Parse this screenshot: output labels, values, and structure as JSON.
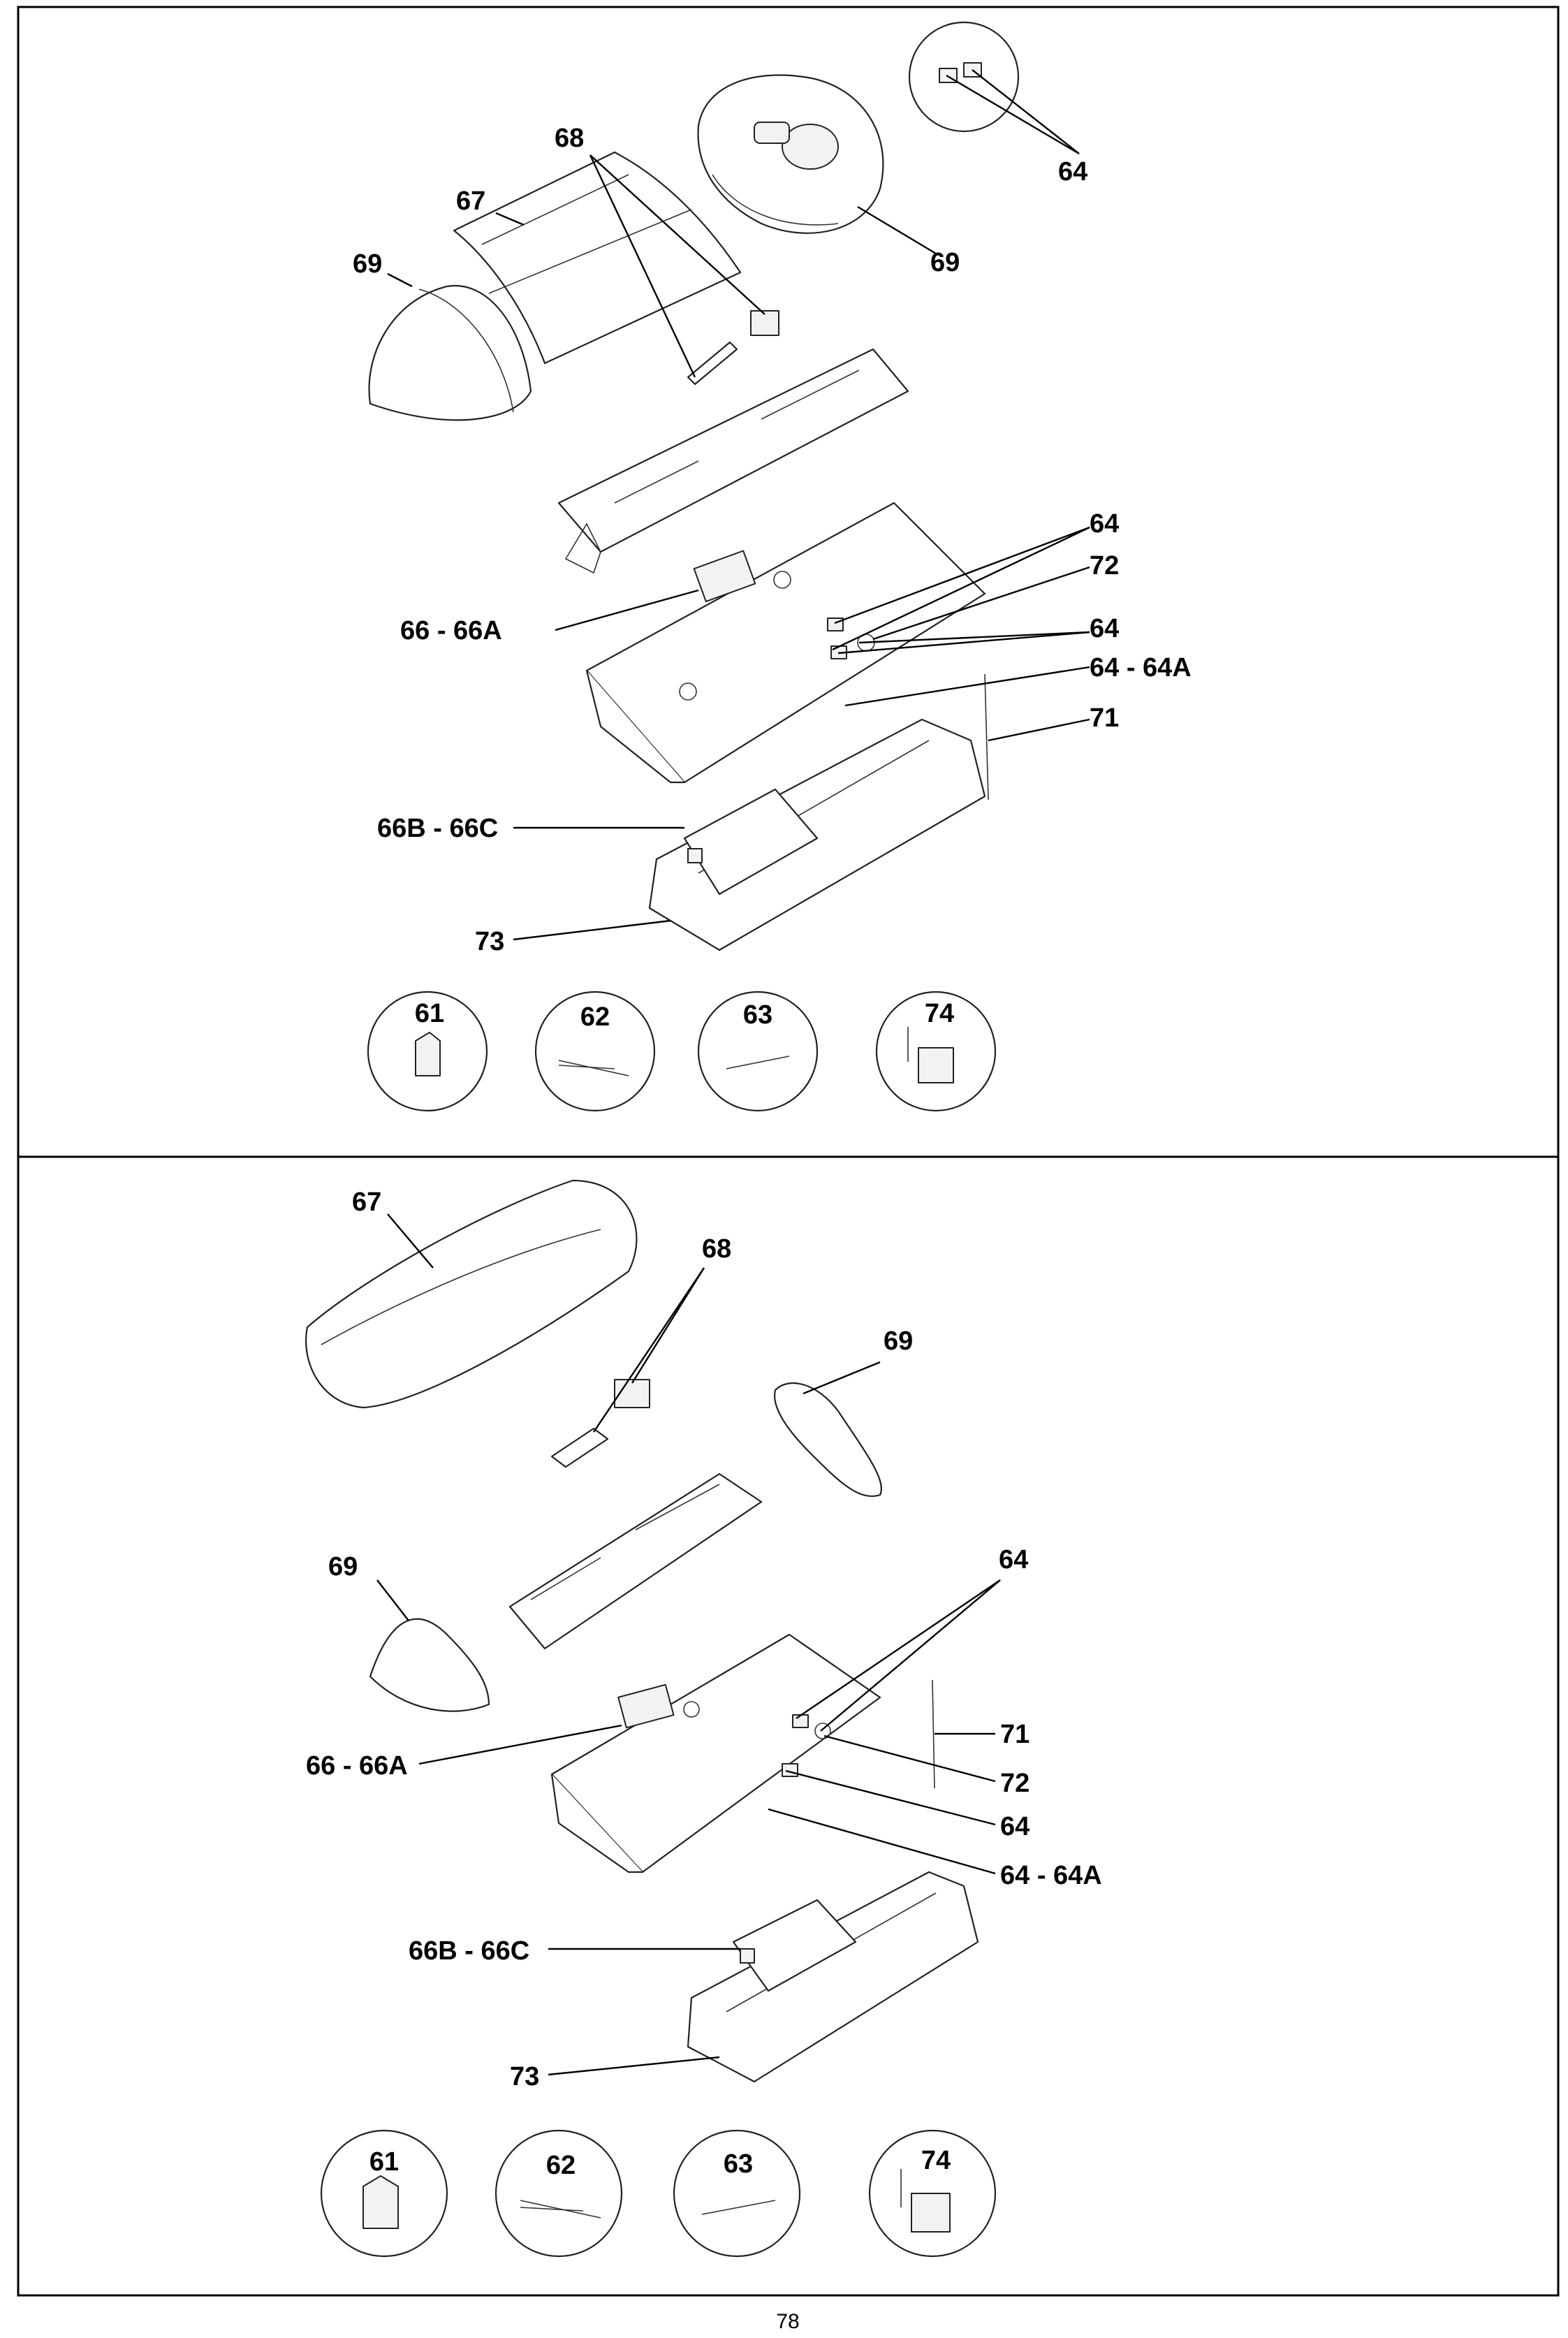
{
  "page": {
    "number": "78"
  },
  "top_panel": {
    "labels": {
      "l68": "68",
      "l67": "67",
      "l69a": "69",
      "l69b": "69",
      "l64_top": "64",
      "l64a": "64",
      "l72": "72",
      "l64b": "64",
      "l64_64A": "64 - 64A",
      "l71": "71",
      "l66_66A": "66 - 66A",
      "l66B_66C": "66B - 66C",
      "l73": "73"
    },
    "circles": [
      "61",
      "62",
      "63",
      "74"
    ]
  },
  "bottom_panel": {
    "labels": {
      "l67": "67",
      "l68": "68",
      "l69a": "69",
      "l69b": "69",
      "l64": "64",
      "l71": "71",
      "l72": "72",
      "l64b": "64",
      "l64_64A": "64 - 64A",
      "l66_66A": "66 - 66A",
      "l66B_66C": "66B - 66C",
      "l73": "73"
    },
    "circles": [
      "61",
      "62",
      "63",
      "74"
    ]
  }
}
